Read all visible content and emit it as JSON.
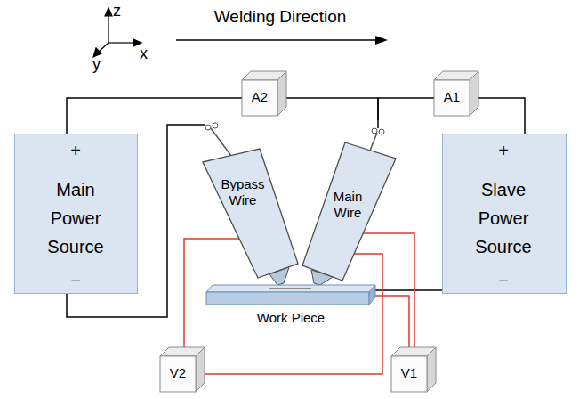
{
  "diagram": {
    "nodes": [
      {
        "text": [
          "A2"
        ]
      },
      {
        "text": [
          "A1"
        ]
      },
      {
        "text": [
          "+",
          "Main Power Source",
          "−"
        ]
      },
      {
        "text": [
          "Bypass Wire"
        ]
      },
      {
        "text": [
          "Main Wire"
        ]
      },
      {
        "text": [
          "+",
          "Slave Power Source",
          "−"
        ]
      },
      {
        "text": [
          "Work Piece"
        ]
      },
      {
        "text": [
          "V2"
        ]
      },
      {
        "text": [
          "V1"
        ]
      }
    ],
    "edges": [
      {
        "from": 2,
        "to": 0,
        "arrow": "none"
      },
      {
        "from": 0,
        "to": 4,
        "arrow": "none"
      },
      {
        "from": 1,
        "to": 4,
        "arrow": "none"
      },
      {
        "from": 1,
        "to": 5,
        "arrow": "none"
      },
      {
        "from": 2,
        "to": 3,
        "arrow": "none"
      },
      {
        "from": 5,
        "to": 6,
        "arrow": "none"
      },
      {
        "from": 3,
        "to": 7,
        "arrow": "none"
      },
      {
        "from": 4,
        "to": 7,
        "arrow": "none"
      },
      {
        "from": 4,
        "to": 8,
        "arrow": "none"
      },
      {
        "from": 6,
        "to": 8,
        "arrow": "none"
      }
    ],
    "labels": [
      "z",
      "y",
      "x",
      "Welding Direction"
    ]
  }
}
